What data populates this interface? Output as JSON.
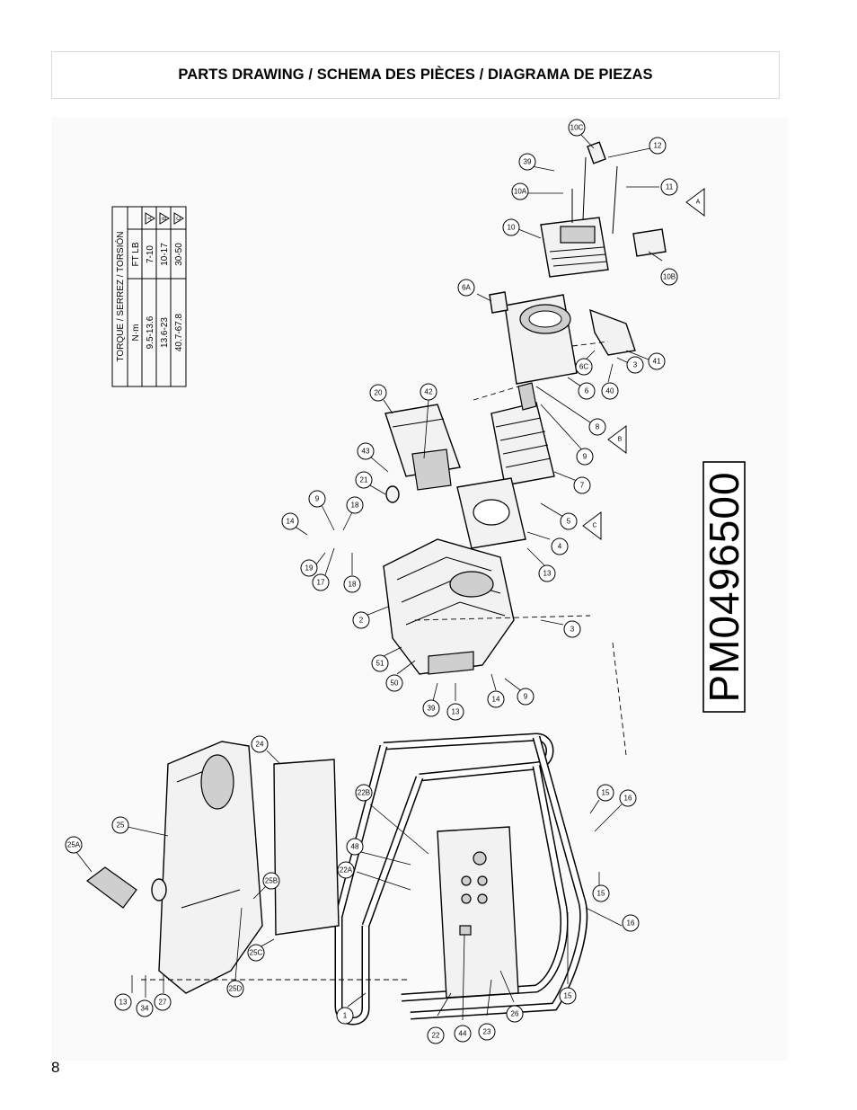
{
  "header": {
    "title": "PARTS DRAWING / SCHEMA DES PIÈCES / DIAGRAMA DE PIEZAS"
  },
  "page": {
    "number": "8"
  },
  "drawing": {
    "model_code": "PM0496500",
    "torque_table": {
      "title": "TORQUE / SERREZ / TORSIÓN",
      "col_ftlb": "FT LB",
      "col_nm": "N·m",
      "rows": [
        {
          "mark": "A",
          "ftlb": "7-10",
          "nm": "9.5-13.6"
        },
        {
          "mark": "B",
          "ftlb": "10-17",
          "nm": "13.6-23"
        },
        {
          "mark": "C",
          "ftlb": "30-50",
          "nm": "40.7-67.8"
        }
      ]
    },
    "torque_marks": [
      "A",
      "B",
      "C"
    ],
    "callouts": {
      "c1": "1",
      "c2": "2",
      "c3": "3",
      "c3b": "3",
      "c4": "4",
      "c5": "5",
      "c6": "6",
      "c6a": "6A",
      "c6c": "6C",
      "c7": "7",
      "c8": "8",
      "c9": "9",
      "c9b": "9",
      "c9c": "9",
      "c10": "10",
      "c10a": "10A",
      "c10b": "10B",
      "c10c": "10C",
      "c11": "11",
      "c12": "12",
      "c13": "13",
      "c13b": "13",
      "c13c": "13",
      "c14": "14",
      "c14b": "14",
      "c15": "15",
      "c15b": "15",
      "c15c": "15",
      "c16": "16",
      "c16b": "16",
      "c17": "17",
      "c18": "18",
      "c18b": "18",
      "c19": "19",
      "c20": "20",
      "c21": "21",
      "c22": "22",
      "c22a": "22A",
      "c22b": "22B",
      "c23": "23",
      "c24": "24",
      "c25": "25",
      "c25a": "25A",
      "c25b": "25B",
      "c25c": "25C",
      "c25d": "25D",
      "c26": "26",
      "c27": "27",
      "c34": "34",
      "c39": "39",
      "c39b": "39",
      "c40": "40",
      "c41": "41",
      "c42": "42",
      "c43": "43",
      "c44": "44",
      "c48": "48",
      "c50": "50",
      "c51": "51"
    }
  }
}
